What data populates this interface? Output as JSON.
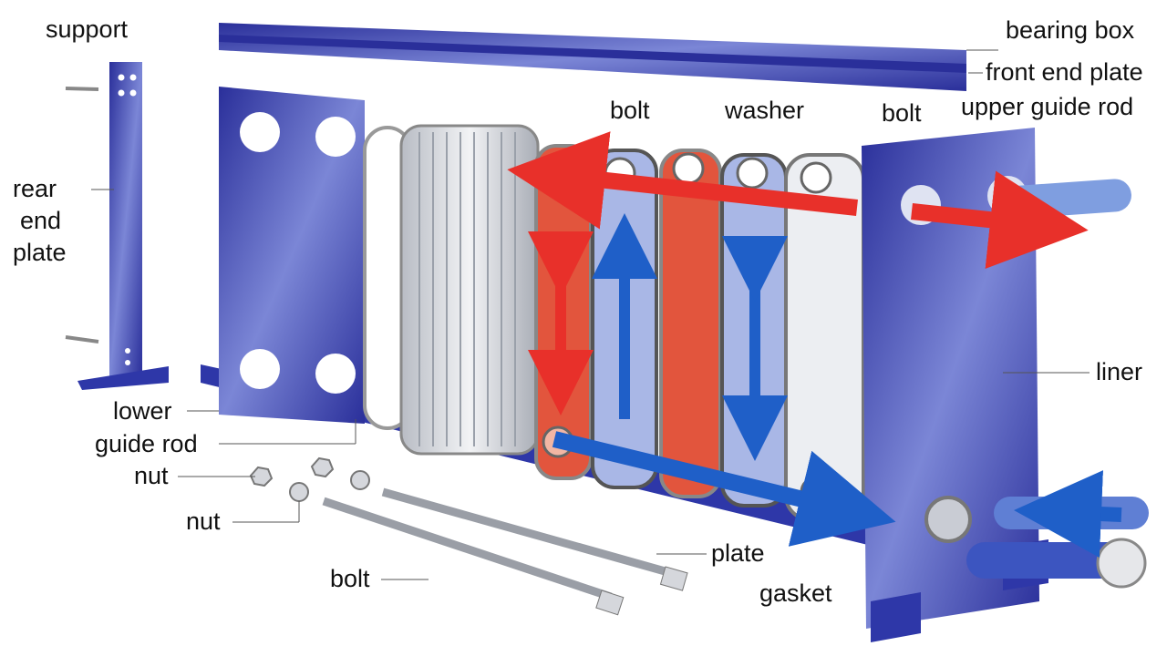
{
  "labels": {
    "support": "support",
    "rear_end_plate": [
      "rear",
      "end",
      "plate"
    ],
    "lower_guide_rod": [
      "lower",
      "guide rod"
    ],
    "nut_1": "nut",
    "nut_2": "nut",
    "bolt_bottom": "bolt",
    "plate": "plate",
    "gasket": "gasket",
    "liner": "liner",
    "bolt_top_left": "bolt",
    "washer": "washer",
    "bolt_top_right": "bolt",
    "upper_guide_rod": "upper guide rod",
    "front_end_plate": "front end plate",
    "bearing_box": "bearing box"
  },
  "colors": {
    "steel_blue": "#2e37a8",
    "hot": "#e8302a",
    "cold": "#1f5fc8",
    "plate_steel": "#d8dbe0"
  }
}
